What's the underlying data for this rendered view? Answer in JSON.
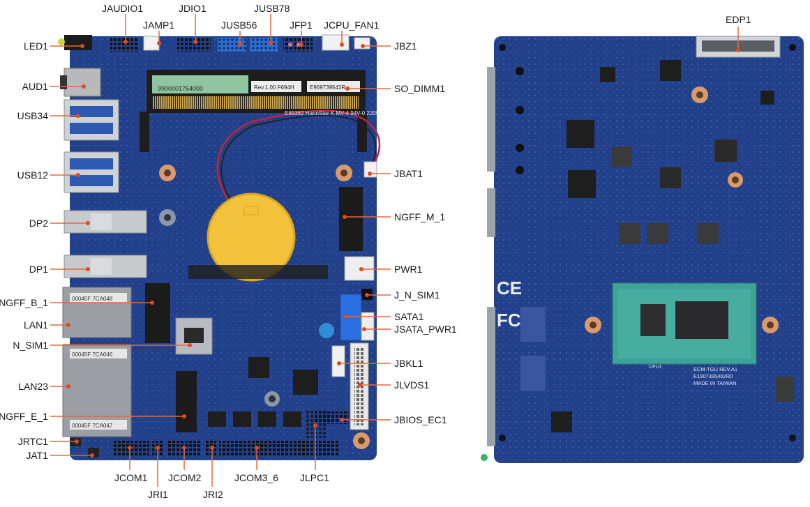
{
  "front_board": {
    "top_labels": [
      "JAUDIO1",
      "JDIO1",
      "JUSB78",
      "JAMP1",
      "JUSB56",
      "JFP1",
      "JCPU_FAN1"
    ],
    "left_labels": [
      "LED1",
      "AUD1",
      "USB34",
      "USB12",
      "DP2",
      "DP1",
      "NGFF_B_1",
      "LAN1",
      "N_SIM1",
      "LAN23",
      "NGFF_E_1",
      "JRTC1",
      "JAT1"
    ],
    "right_labels": [
      "JBZ1",
      "SO_DIMM1",
      "JBAT1",
      "NGFF_M_1",
      "PWR1",
      "J_N_SIM1",
      "SATA1",
      "JSATA_PWR1",
      "JBKL1",
      "JLVDS1",
      "JBIOS_EC1"
    ],
    "bottom_labels": [
      "JCOM1",
      "JCOM2",
      "JCOM3_6",
      "JLPC1",
      "JRI1",
      "JRI2"
    ],
    "silkscreen": {
      "dimm_barcode": "9900001764000",
      "dimm_rev": "Rev.1.00 F694H",
      "dimm_code": "E969739543R",
      "lan_sticker_1": "00045F 7CA048",
      "lan_sticker_2": "00045F 7CA046",
      "lan_sticker_3": "00045F 7CA047",
      "battery_text": "E89382 HannStar K MV-4 94V-0 2205 C"
    }
  },
  "back_board": {
    "top_label": "EDP1",
    "cpu_marking": "CPU1",
    "board_marking": [
      "ECM-TGU REV.A1",
      "E1907395402R0",
      "MADE IN TAIWAN"
    ],
    "certs": [
      "CE",
      "FC"
    ]
  },
  "colors": {
    "pcb": "#22408a",
    "pcb_dark": "#1a3170",
    "callout_line": "#e06a3a",
    "callout_dot": "#e04a20",
    "label_text": "#1a1a1a"
  }
}
